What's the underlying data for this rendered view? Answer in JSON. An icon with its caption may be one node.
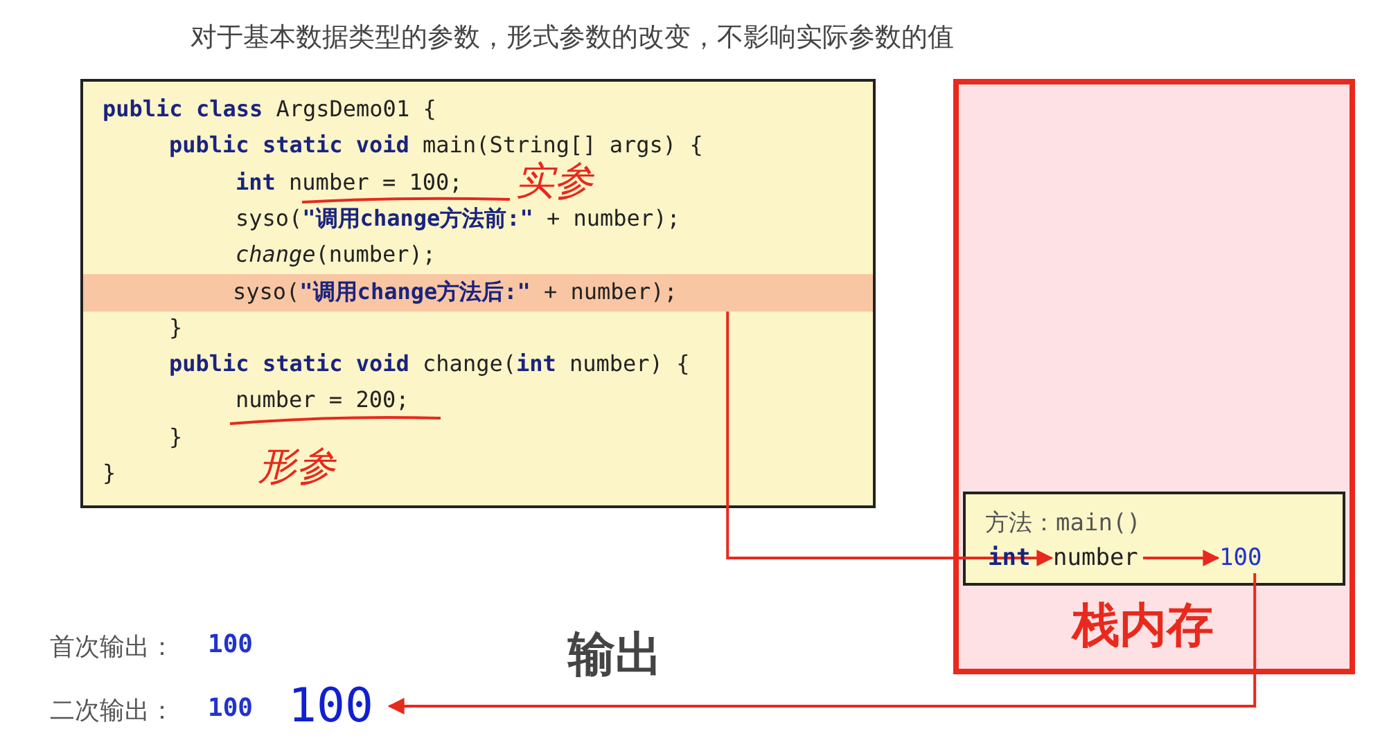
{
  "diagram": {
    "title": "对于基本数据类型的参数，形式参数的改变，不影响实际参数的值",
    "nodes": [
      {
        "text": [
          "**public** **class** ArgsDemo01 {",
          "**public** **static** **void** main(String[] args) {",
          "**int** number = 100;",
          "syso(**\"调用change方法前:\"** + number);",
          "*change*(number);",
          "}",
          "**public** **static** **void** change(**int** number) {",
          "number = 200;",
          "}",
          "}"
        ]
      },
      {
        "text": [
          "syso(**\"调用change方法后:\"** + number);"
        ],
        "in": 0
      },
      {
        "text": [
          "栈内存"
        ]
      },
      {
        "text": [
          "方法：main()"
        ],
        "in": 2
      },
      {
        "text": [
          "int"
        ],
        "in": 3
      },
      {
        "text": [
          "number"
        ],
        "in": 3
      },
      {
        "text": [
          "100"
        ],
        "in": 3
      },
      {
        "text": [
          "100"
        ]
      }
    ],
    "edges": [
      {
        "from": 1,
        "to": 5,
        "arrow": "to"
      },
      {
        "from": 5,
        "to": 6,
        "arrow": "to"
      },
      {
        "from": 6,
        "to": 7,
        "arrow": "to"
      }
    ],
    "labels": [
      "实参",
      "形参",
      "首次输出：",
      "100",
      "输出",
      "二次输出：",
      "100"
    ]
  }
}
